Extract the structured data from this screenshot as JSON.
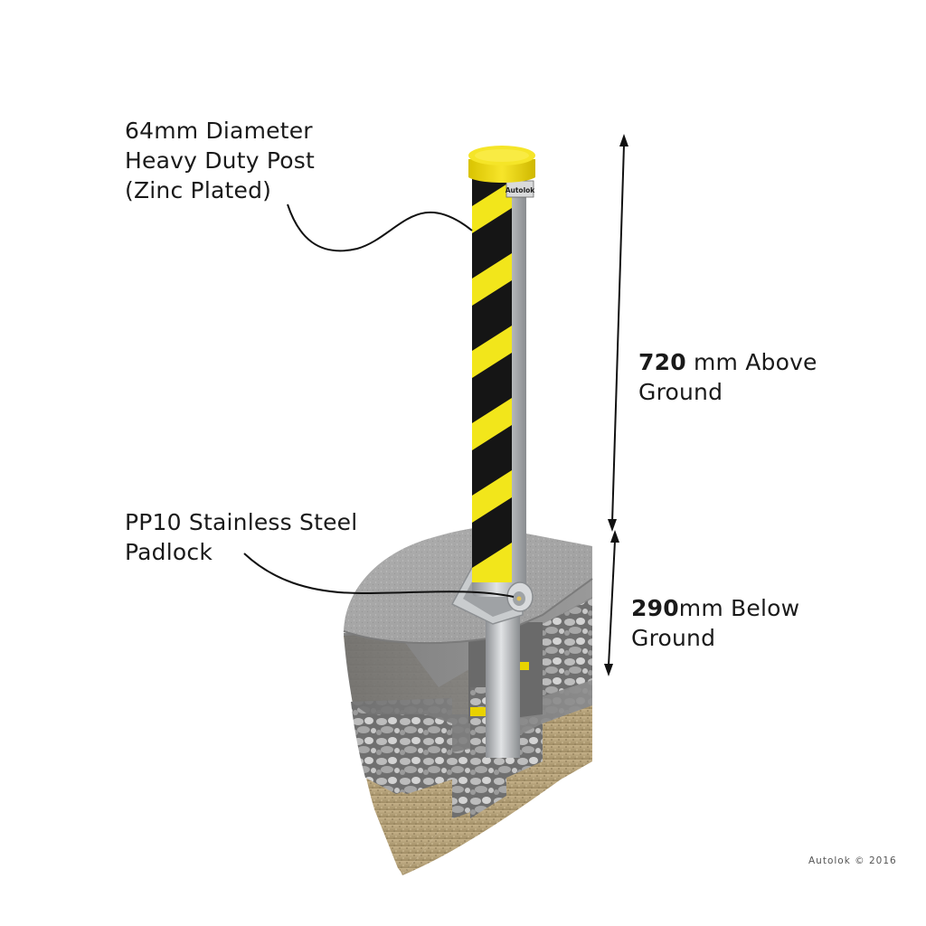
{
  "labels": {
    "post": [
      "64mm Diameter",
      "Heavy Duty Post",
      "(Zinc Plated)"
    ],
    "padlock": [
      "PP10 Stainless Steel",
      "Padlock"
    ],
    "above": {
      "value": "720",
      "unit": " mm Above",
      "line2": "Ground"
    },
    "below": {
      "value": "290",
      "unit": "mm Below",
      "line2": "Ground"
    }
  },
  "brand_plate": "Autolok",
  "copyright": "Autolok © 2016",
  "colors": {
    "stripe_yellow": "#f2e61b",
    "stripe_black": "#151515",
    "steel": "#b9bcbf",
    "concrete": "#9d9d9d",
    "gravel": "#8a8a8a",
    "soil": "#b9a57e"
  }
}
